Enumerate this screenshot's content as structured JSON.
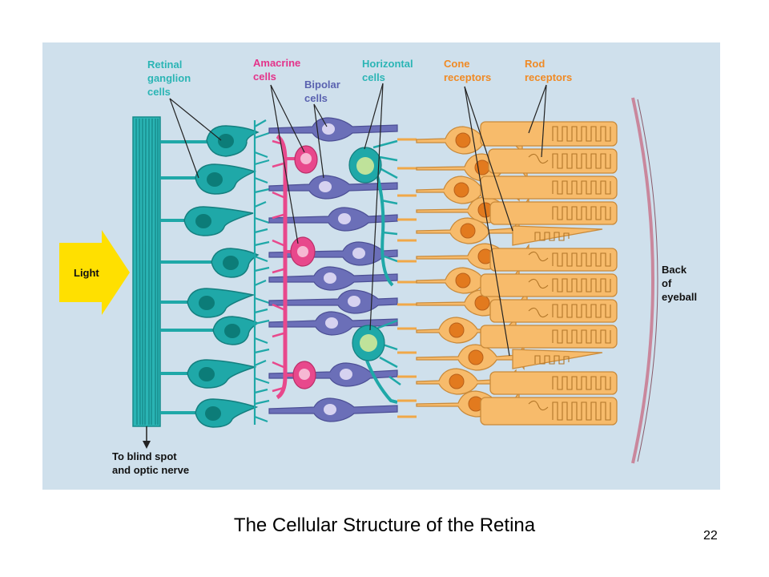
{
  "labels": {
    "ganglion": [
      "Retinal",
      "ganglion",
      "cells"
    ],
    "amacrine": [
      "Amacrine",
      "cells"
    ],
    "bipolar": [
      "Bipolar",
      "cells"
    ],
    "horizontal": [
      "Horizontal",
      "cells"
    ],
    "cone": [
      "Cone",
      "receptors"
    ],
    "rod": [
      "Rod",
      "receptors"
    ],
    "light": "Light",
    "back": [
      "Back",
      "of",
      "eyeball"
    ],
    "nerve": [
      "To blind spot",
      "and optic nerve"
    ]
  },
  "caption": "The Cellular Structure of the Retina",
  "page_number": "22",
  "colors": {
    "panel": "#cfe0ec",
    "ganglion": "#1fa8a8",
    "amacrine": "#e8488c",
    "bipolar": "#6b6fb8",
    "horizontal": "#1fa8a8",
    "receptor": "#f7bb6b",
    "receptor_outline": "#c98a3a",
    "cone_nucleus": "#e27a1e",
    "light_arrow": "#ffe000",
    "label_teal": "#2bb5b5",
    "label_pink": "#e4338a",
    "label_blue": "#5a62b0",
    "label_orange": "#f08a24",
    "eyeball": "#c9879c"
  }
}
